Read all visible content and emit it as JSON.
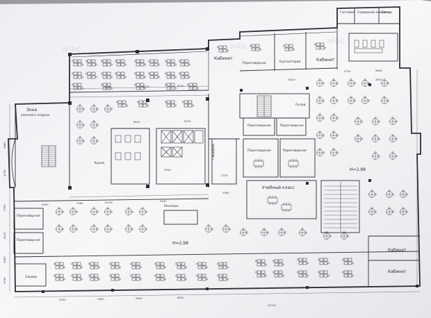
{
  "watermark": "allbc",
  "rooms": {
    "guest": "Гостевая",
    "server": "Серверная комната",
    "warehouse": "Склад",
    "office_top": "Кабинет",
    "meeting_top": "Переговорная",
    "accounting": "Бухгалтерия",
    "office_top2": "Кабинет",
    "zone_label": "Зона",
    "zone_sub": "уличного отдыха",
    "warehouse2": "Склад",
    "meeting_a": "Переговорная",
    "meeting_b": "Переговорная",
    "meeting_c": "Переговорная",
    "meeting_d": "Переговорная",
    "kitchen": "Кухня",
    "wardrobe": "Гардероб",
    "training": "Учебный класс",
    "reception": "Ресепшн",
    "meeting_left1": "Переговорная",
    "meeting_left2": "Переговорная",
    "cabinet_r1": "Кабинет",
    "cabinet_r2": "Кабинет",
    "storage_left": "Эльвер"
  },
  "heights": {
    "h_right": "H=2,98",
    "h_center": "H=2,98"
  },
  "dimensions": {
    "top": [
      "5750",
      "6030",
      "6030",
      "5750",
      "5650"
    ],
    "mid": [
      "6670",
      "6070",
      "5500",
      "2220",
      "2560"
    ],
    "left": [
      "4860",
      "4790",
      "2780",
      "4220",
      "2960",
      "4790"
    ],
    "bottom": [
      "5950",
      "2600",
      "5600",
      "6620",
      "33120"
    ],
    "misc": [
      "5050",
      "3360",
      "10190",
      "5200",
      "6220",
      "2630"
    ]
  },
  "colors": {
    "paper": "#f3f4f6",
    "ink": "#2a2d33",
    "shadow": "#9a9b9e"
  }
}
